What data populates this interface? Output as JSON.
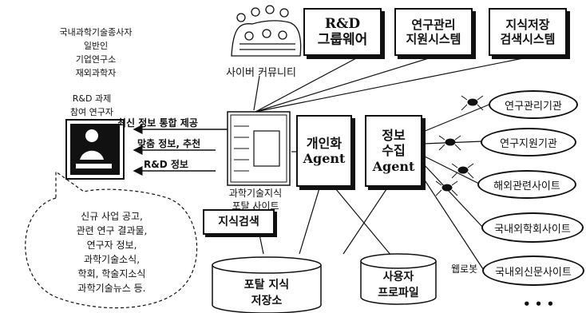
{
  "user_groups": [
    "국내과학기술종사자",
    "일반인",
    "기업연구소",
    "재외과학자"
  ],
  "rnd_participants": [
    "R&D 과제",
    "참여 연구자"
  ],
  "cyber_community": "사이버 커뮤니티",
  "top_systems": [
    {
      "line1": "R&D",
      "line2": "그룹웨어"
    },
    {
      "line1": "연구관리",
      "line2": "지원시스템"
    },
    {
      "line1": "지식저장",
      "line2": "검색시스템"
    }
  ],
  "services": [
    "최신 정보 통합 제공",
    "맞춤 정보, 추천",
    "R&D 정보"
  ],
  "portal_site": [
    "과학기술지식",
    "포탈 사이트"
  ],
  "knowledge_search": "지식검색",
  "personalization_agent": {
    "line1": "개인화",
    "line2": "Agent"
  },
  "collection_agent": {
    "line1": "정보",
    "line2": "수집",
    "line3": "Agent"
  },
  "institutions": [
    "연구관리기관",
    "연구지원기관",
    "해외관련사이트",
    "국내외학회사이트",
    "국내외신문사이트"
  ],
  "webrobot": "웹로봇",
  "more": "• • •",
  "portal_repository": {
    "line1": "포탈 지식",
    "line2": "저장소"
  },
  "user_profile": {
    "line1": "사용자",
    "line2": "프로파일"
  },
  "info_bubble": [
    "신규 사업 공고,",
    "관련 연구 결과물,",
    "연구자 정보,",
    "과학기술소식,",
    "학회, 학술지소식",
    "과학기술뉴스 등."
  ]
}
